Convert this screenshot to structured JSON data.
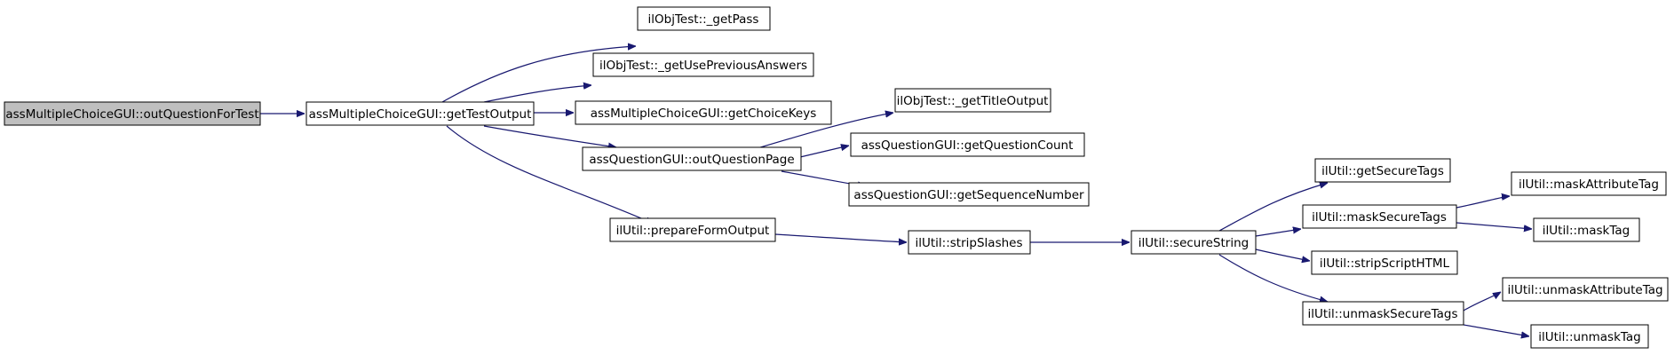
{
  "nodes": {
    "outQuestionForTest": "assMultipleChoiceGUI::outQuestionForTest",
    "getTestOutput": "assMultipleChoiceGUI::getTestOutput",
    "getPass": "ilObjTest::_getPass",
    "getUsePreviousAnswers": "ilObjTest::_getUsePreviousAnswers",
    "getChoiceKeys": "assMultipleChoiceGUI::getChoiceKeys",
    "outQuestionPage": "assQuestionGUI::outQuestionPage",
    "prepareFormOutput": "ilUtil::prepareFormOutput",
    "getTitleOutput": "ilObjTest::_getTitleOutput",
    "getQuestionCount": "assQuestionGUI::getQuestionCount",
    "getSequenceNumber": "assQuestionGUI::getSequenceNumber",
    "stripSlashes": "ilUtil::stripSlashes",
    "secureString": "ilUtil::secureString",
    "getSecureTags": "ilUtil::getSecureTags",
    "maskSecureTags": "ilUtil::maskSecureTags",
    "stripScriptHTML": "ilUtil::stripScriptHTML",
    "unmaskSecureTags": "ilUtil::unmaskSecureTags",
    "maskAttributeTag": "ilUtil::maskAttributeTag",
    "maskTag": "ilUtil::maskTag",
    "unmaskAttributeTag": "ilUtil::unmaskAttributeTag",
    "unmaskTag": "ilUtil::unmaskTag"
  },
  "colors": {
    "edge": "#191970",
    "root_fill": "#bfbfbf",
    "node_fill": "#ffffff",
    "node_stroke": "#000000"
  }
}
